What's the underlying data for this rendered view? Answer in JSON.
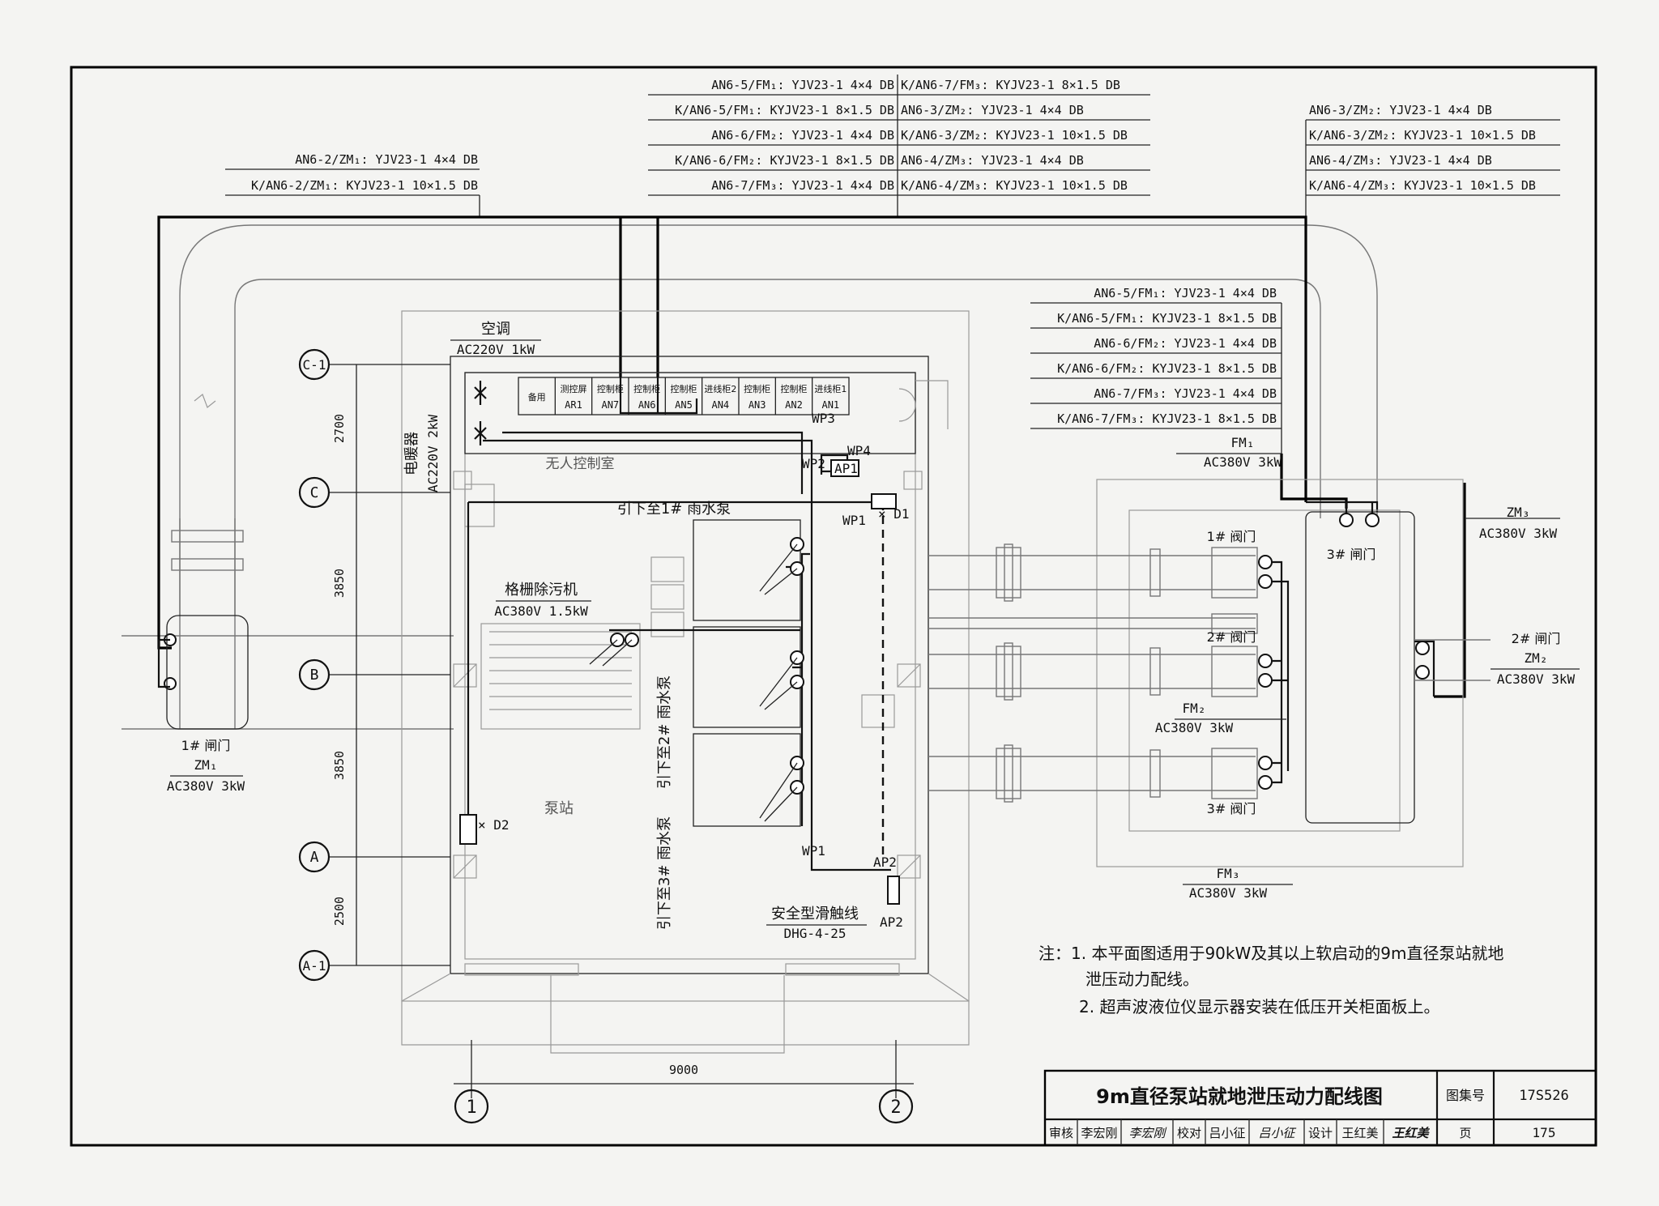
{
  "cable_schedules": {
    "top_left": [
      "AN6-2/ZM₁: YJV23-1  4×4  DB",
      "K/AN6-2/ZM₁: KYJV23-1  10×1.5  DB"
    ],
    "top_center_left": [
      "AN6-5/FM₁: YJV23-1  4×4  DB",
      "K/AN6-5/FM₁: KYJV23-1  8×1.5  DB",
      "AN6-6/FM₂: YJV23-1  4×4  DB",
      "K/AN6-6/FM₂: KYJV23-1  8×1.5  DB",
      "AN6-7/FM₃: YJV23-1  4×4  DB"
    ],
    "top_center_right": [
      "K/AN6-7/FM₃: KYJV23-1  8×1.5  DB",
      "AN6-3/ZM₂: YJV23-1  4×4  DB",
      "K/AN6-3/ZM₂: KYJV23-1  10×1.5  DB",
      "AN6-4/ZM₃: YJV23-1  4×4  DB",
      "K/AN6-4/ZM₃: KYJV23-1  10×1.5  DB"
    ],
    "top_right": [
      "AN6-3/ZM₂: YJV23-1  4×4  DB",
      "K/AN6-3/ZM₂: KYJV23-1  10×1.5  DB",
      "AN6-4/ZM₃: YJV23-1  4×4  DB",
      "K/AN6-4/ZM₃: KYJV23-1  10×1.5  DB"
    ],
    "mid_right": [
      "AN6-5/FM₁: YJV23-1  4×4  DB",
      "K/AN6-5/FM₁: KYJV23-1  8×1.5  DB",
      "AN6-6/FM₂: YJV23-1  4×4  DB",
      "K/AN6-6/FM₂: KYJV23-1  8×1.5  DB",
      "AN6-7/FM₃: YJV23-1  4×4  DB",
      "K/AN6-7/FM₃: KYJV23-1  8×1.5  DB"
    ]
  },
  "equipment": {
    "aircon": {
      "name": "空调",
      "rating": "AC220V  1kW"
    },
    "heater": {
      "name": "电暖器",
      "rating": "AC220V  2kW"
    },
    "control_room": "无人控制室",
    "pump_station": "泵站",
    "screen_cleaner": {
      "name": "格栅除污机",
      "rating": "AC380V  1.5kW"
    },
    "trolley": {
      "name": "安全型滑触线",
      "model": "DHG-4-25"
    },
    "fm1": {
      "name": "FM₁",
      "rating": "AC380V  3kW"
    },
    "fm2": {
      "name": "FM₂",
      "rating": "AC380V  3kW"
    },
    "fm3": {
      "name": "FM₃",
      "rating": "AC380V  3kW"
    },
    "zm1": {
      "label": "1# 闸门",
      "name": "ZM₁",
      "rating": "AC380V  3kW"
    },
    "zm2": {
      "label": "2# 闸门",
      "name": "ZM₂",
      "rating": "AC380V  3kW"
    },
    "zm3": {
      "name": "ZM₃",
      "rating": "AC380V  3kW"
    }
  },
  "cabinets": [
    {
      "top": "备用",
      "bottom": ""
    },
    {
      "top": "测控屏",
      "bottom": "AR1"
    },
    {
      "top": "控制柜",
      "bottom": "AN7"
    },
    {
      "top": "控制柜",
      "bottom": "AN6"
    },
    {
      "top": "控制柜",
      "bottom": "AN5"
    },
    {
      "top": "进线柜2",
      "bottom": "AN4"
    },
    {
      "top": "控制柜",
      "bottom": "AN3"
    },
    {
      "top": "控制柜",
      "bottom": "AN2"
    },
    {
      "top": "进线柜1",
      "bottom": "AN1"
    }
  ],
  "labels": {
    "wp1": "WP1",
    "wp2": "WP2",
    "wp3": "WP3",
    "wp4": "WP4",
    "ap1": "AP1",
    "ap2": "AP2",
    "d1": "× D1",
    "d2": "× D2",
    "pump1": "引下至1# 雨水泵",
    "pump2": "引下至2# 雨水泵",
    "pump3": "引下至3# 雨水泵",
    "valve1": "1# 阀门",
    "valve2": "2# 阀门",
    "valve3": "3# 阀门",
    "gate3": "3# 闸门"
  },
  "axes": {
    "rows": [
      "C-1",
      "C",
      "B",
      "A",
      "A-1"
    ],
    "row_dims": [
      "2700",
      "3850",
      "3850",
      "2500"
    ],
    "cols": [
      "1",
      "2"
    ],
    "col_dim": "9000"
  },
  "notes": [
    "注：1. 本平面图适用于90kW及其以上软启动的9m直径泵站就地",
    "泄压动力配线。",
    "2. 超声波液位仪显示器安装在低压开关柜面板上。"
  ],
  "title_block": {
    "title": "9m直径泵站就地泄压动力配线图",
    "atlas_label": "图集号",
    "atlas_no": "17S526",
    "review": "审核",
    "reviewer": "李宏刚",
    "reviewer_sig": "李宏刚",
    "check": "校对",
    "checker": "吕小征",
    "checker_sig": "吕小征",
    "design": "设计",
    "designer": "王红美",
    "designer_sig": "王红美",
    "page_label": "页",
    "page_no": "175"
  }
}
